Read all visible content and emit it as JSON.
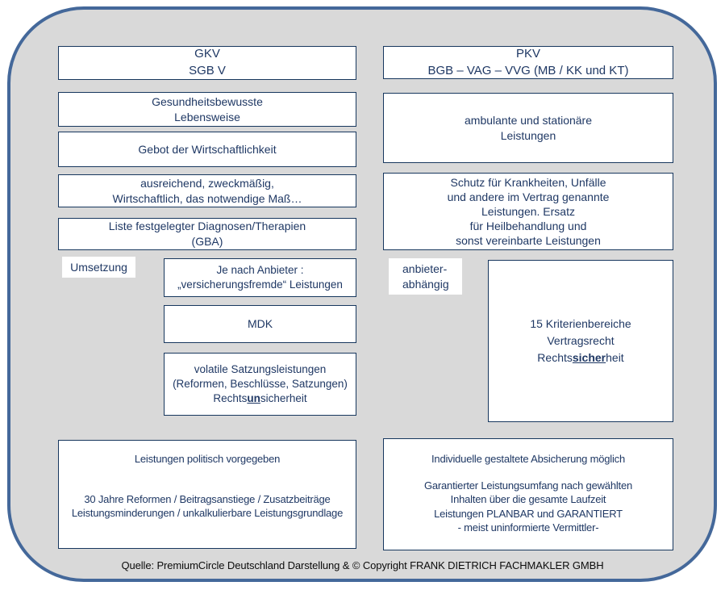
{
  "colors": {
    "outer_border": "#44689a",
    "panel_fill": "#d9d9d9",
    "box_border": "#17375e",
    "text": "#1f3864"
  },
  "gkv": {
    "header_title": "GKV",
    "header_law": "SGB V",
    "lifestyle_line1": "Gesundheitsbewusste",
    "lifestyle_line2": "Lebensweise",
    "efficiency": "Gebot der Wirtschaftlichkeit",
    "scope_line1": "ausreichend, zweckmäßig,",
    "scope_line2": "Wirtschaftlich, das notwendige Maß…",
    "list_line1": "Liste festgelegter Diagnosen/Therapien",
    "list_line2": "(GBA)",
    "tag_umsetzung": "Umsetzung",
    "provider_line1": "Je nach Anbieter :",
    "provider_line2": "„versicherungsfremde“ Leistungen",
    "mdk": "MDK",
    "volatile_line1": "volatile Satzungsleistungen",
    "volatile_line2": "(Reformen, Beschlüsse, Satzungen)",
    "volatile_line3_prefix": "Rechts",
    "volatile_line3_emph": "un",
    "volatile_line3_suffix": "sicherheit",
    "political_line1": "Leistungen politisch vorgegeben",
    "political_line2": "30 Jahre Reformen / Beitragsanstiege / Zusatzbeiträge",
    "political_line3": "Leistungsminderungen / unkalkulierbare Leistungsgrundlage"
  },
  "pkv": {
    "header_title": "PKV",
    "header_law": "BGB – VAG – VVG (MB / KK und KT)",
    "services_line1": "ambulante und stationäre",
    "services_line2": "Leistungen",
    "protection_line1": "Schutz für Krankheiten, Unfälle",
    "protection_line2": "und andere im Vertrag genannte",
    "protection_line3": "Leistungen. Ersatz",
    "protection_line4": "für Heilbehandlung und",
    "protection_line5": "sonst vereinbarte Leistungen",
    "tag_anbieter_line1": "anbieter-",
    "tag_anbieter_line2": "abhängig",
    "criteria_line1": "15 Kriterienbereiche",
    "criteria_line2": "Vertragsrecht",
    "criteria_line3_prefix": "Rechts",
    "criteria_line3_emph": "sicher",
    "criteria_line3_suffix": "heit",
    "individual_line1": "Individuelle gestaltete Absicherung möglich",
    "individual_line2": "Garantierter Leistungsumfang nach gewählten",
    "individual_line3": "Inhalten über die gesamte Laufzeit",
    "individual_line4": "Leistungen PLANBAR und GARANTIERT",
    "individual_line5": "- meist uninformierte Vermittler-"
  },
  "footer": "Quelle: PremiumCircle Deutschland  Darstellung & © Copyright FRANK DIETRICH FACHMAKLER GMBH"
}
